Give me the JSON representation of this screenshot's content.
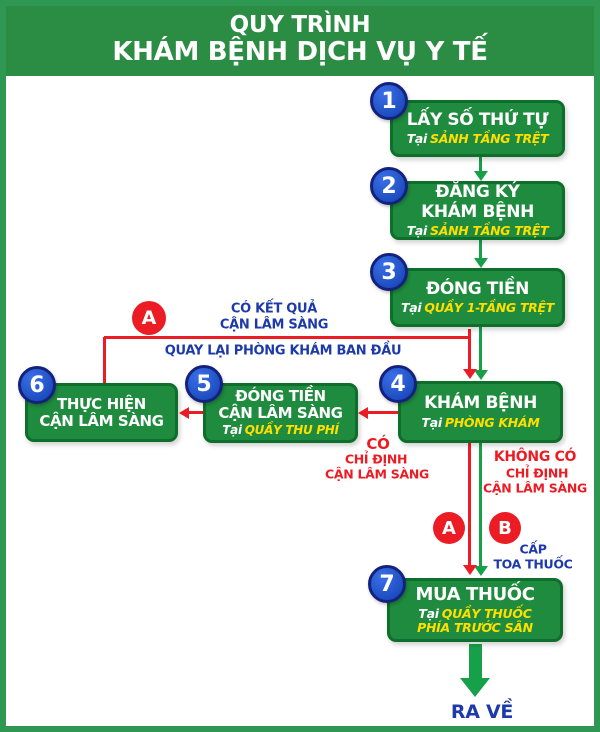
{
  "title": {
    "line1": "QUY TRÌNH",
    "line2": "KHÁM BỆNH DỊCH VỤ Y TẾ"
  },
  "steps": [
    {
      "number": "1",
      "title1": "LẤY SỐ THỨ TỰ",
      "loc_prefix": "Tại",
      "loc": "SẢNH TẦNG TRỆT"
    },
    {
      "number": "2",
      "title1": "ĐĂNG KÝ",
      "title2": "KHÁM BỆNH",
      "loc_prefix": "Tại",
      "loc": "SẢNH TẦNG TRỆT"
    },
    {
      "number": "3",
      "title1": "ĐÓNG TIỀN",
      "loc_prefix": "Tại",
      "loc": "QUẦY 1-TẦNG TRỆT"
    },
    {
      "number": "4",
      "title1": "KHÁM BỆNH",
      "loc_prefix": "Tại",
      "loc": "PHÒNG KHÁM"
    },
    {
      "number": "5",
      "title1": "ĐÓNG TIỀN",
      "title2": "CẬN LÂM SÀNG",
      "loc_prefix": "Tại",
      "loc": "QUẦY THU PHÍ"
    },
    {
      "number": "6",
      "title1": "THỰC HIỆN",
      "title2": "CẬN LÂM SÀNG"
    },
    {
      "number": "7",
      "title1": "MUA THUỐC",
      "loc_prefix": "Tại",
      "loc": "QUẦY THUỐC",
      "loc2": "PHÍA TRƯỚC SÂN"
    }
  ],
  "branches": {
    "circle_a_top": "A",
    "circle_a_bottom": "A",
    "circle_b": "B",
    "has_result_line1": "CÓ KẾT QUẢ",
    "has_result_line2": "CẬN LÂM SÀNG",
    "return_note": "QUAY LẠI PHÒNG KHÁM BAN ĐẦU",
    "has_order_line1": "CÓ",
    "has_order_line2": "CHỈ ĐỊNH",
    "has_order_line3": "CẬN LÂM SÀNG",
    "no_order_line1": "KHÔNG CÓ",
    "no_order_line2": "CHỈ ĐỊNH",
    "no_order_line3": "CẬN LÂM SÀNG",
    "prescription_line1": "CẤP",
    "prescription_line2": "TOA THUỐC",
    "exit_label": "RA VỀ"
  },
  "colors": {
    "green_box": "#1F8B3E",
    "green_dark": "#0E6E2C",
    "green_header": "#2B8C43",
    "green_border": "#2E9853",
    "green_arrow": "#17A04A",
    "blue_circle": "#1C50D4",
    "blue_text": "#1C3AA9",
    "red": "#EC1C24",
    "yellow": "#FFDF00",
    "white": "#FFFFFF"
  }
}
